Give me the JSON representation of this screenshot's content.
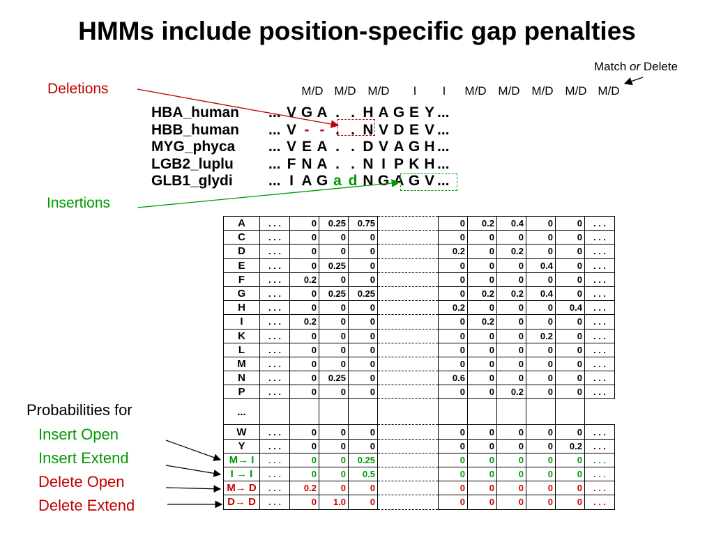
{
  "title": "HMMs include position-specific gap penalties",
  "annotations": {
    "match_prefix": "Match ",
    "match_or": "or",
    "match_suffix": " Delete",
    "deletions": "Deletions",
    "insertions": "Insertions",
    "probabilities_for": "Probabilities for"
  },
  "column_labels": [
    "M/D",
    "M/D",
    "M/D",
    "I",
    "I",
    "M/D",
    "M/D",
    "M/D",
    "M/D",
    "M/D"
  ],
  "sequences": [
    {
      "name": "HBA_human",
      "prefix": "...",
      "residues": [
        "V",
        "G",
        "A",
        ".",
        ".",
        "H",
        "A",
        "G",
        "E",
        "Y"
      ],
      "suffix": "..."
    },
    {
      "name": "HBB_human",
      "prefix": "...",
      "residues": [
        "V",
        "-",
        "-",
        ".",
        ".",
        "N",
        "V",
        "D",
        "E",
        "V"
      ],
      "suffix": "..."
    },
    {
      "name": "MYG_phyca",
      "prefix": "...",
      "residues": [
        "V",
        "E",
        "A",
        ".",
        ".",
        "D",
        "V",
        "A",
        "G",
        "H"
      ],
      "suffix": "..."
    },
    {
      "name": "LGB2_luplu",
      "prefix": "...",
      "residues": [
        "F",
        "N",
        "A",
        ".",
        ".",
        "N",
        "I",
        "P",
        "K",
        "H"
      ],
      "suffix": "..."
    },
    {
      "name": "GLB1_glydi",
      "prefix": "...",
      "residues": [
        "I",
        "A",
        "G",
        "a",
        "d",
        "N",
        "G",
        "A",
        "G",
        "V"
      ],
      "suffix": "..."
    }
  ],
  "gap_probability_labels": [
    "Insert Open",
    "Insert Extend",
    "Delete Open",
    "Delete Extend"
  ],
  "table": {
    "dots": ". . .",
    "ellipsis": "...",
    "rows": [
      {
        "label": "A",
        "left": [
          "0",
          "0.25",
          "0.75"
        ],
        "right": [
          "0",
          "0.2",
          "0.4",
          "0",
          "0"
        ]
      },
      {
        "label": "C",
        "left": [
          "0",
          "0",
          "0"
        ],
        "right": [
          "0",
          "0",
          "0",
          "0",
          "0"
        ]
      },
      {
        "label": "D",
        "left": [
          "0",
          "0",
          "0"
        ],
        "right": [
          "0.2",
          "0",
          "0.2",
          "0",
          "0"
        ]
      },
      {
        "label": "E",
        "left": [
          "0",
          "0.25",
          "0"
        ],
        "right": [
          "0",
          "0",
          "0",
          "0.4",
          "0"
        ]
      },
      {
        "label": "F",
        "left": [
          "0.2",
          "0",
          "0"
        ],
        "right": [
          "0",
          "0",
          "0",
          "0",
          "0"
        ]
      },
      {
        "label": "G",
        "left": [
          "0",
          "0.25",
          "0.25"
        ],
        "right": [
          "0",
          "0.2",
          "0.2",
          "0.4",
          "0"
        ]
      },
      {
        "label": "H",
        "left": [
          "0",
          "0",
          "0"
        ],
        "right": [
          "0.2",
          "0",
          "0",
          "0",
          "0.4"
        ]
      },
      {
        "label": "I",
        "left": [
          "0.2",
          "0",
          "0"
        ],
        "right": [
          "0",
          "0.2",
          "0",
          "0",
          "0"
        ]
      },
      {
        "label": "K",
        "left": [
          "0",
          "0",
          "0"
        ],
        "right": [
          "0",
          "0",
          "0",
          "0.2",
          "0"
        ]
      },
      {
        "label": "L",
        "left": [
          "0",
          "0",
          "0"
        ],
        "right": [
          "0",
          "0",
          "0",
          "0",
          "0"
        ]
      },
      {
        "label": "M",
        "left": [
          "0",
          "0",
          "0"
        ],
        "right": [
          "0",
          "0",
          "0",
          "0",
          "0"
        ]
      },
      {
        "label": "N",
        "left": [
          "0",
          "0.25",
          "0"
        ],
        "right": [
          "0.6",
          "0",
          "0",
          "0",
          "0"
        ]
      },
      {
        "label": "P",
        "left": [
          "0",
          "0",
          "0"
        ],
        "right": [
          "0",
          "0",
          "0.2",
          "0",
          "0"
        ]
      }
    ],
    "rows_after": [
      {
        "label": "W",
        "left": [
          "0",
          "0",
          "0"
        ],
        "right": [
          "0",
          "0",
          "0",
          "0",
          "0"
        ],
        "color": ""
      },
      {
        "label": "Y",
        "left": [
          "0",
          "0",
          "0"
        ],
        "right": [
          "0",
          "0",
          "0",
          "0",
          "0.2"
        ],
        "color": ""
      },
      {
        "label": "M→ I",
        "left": [
          "0",
          "0",
          "0.25"
        ],
        "right": [
          "0",
          "0",
          "0",
          "0",
          "0"
        ],
        "color": "green"
      },
      {
        "label": "I → I",
        "left": [
          "0",
          "0",
          "0.5"
        ],
        "right": [
          "0",
          "0",
          "0",
          "0",
          "0"
        ],
        "color": "green"
      },
      {
        "label": "M→ D",
        "left": [
          "0.2",
          "0",
          "0"
        ],
        "right": [
          "0",
          "0",
          "0",
          "0",
          "0"
        ],
        "color": "red"
      },
      {
        "label": "D→ D",
        "left": [
          "0",
          "1.0",
          "0"
        ],
        "right": [
          "0",
          "0",
          "0",
          "0",
          "0"
        ],
        "color": "red"
      }
    ]
  },
  "colors": {
    "deletion": "#c00000",
    "insertion": "#009900",
    "table_red": "#cc0000"
  }
}
